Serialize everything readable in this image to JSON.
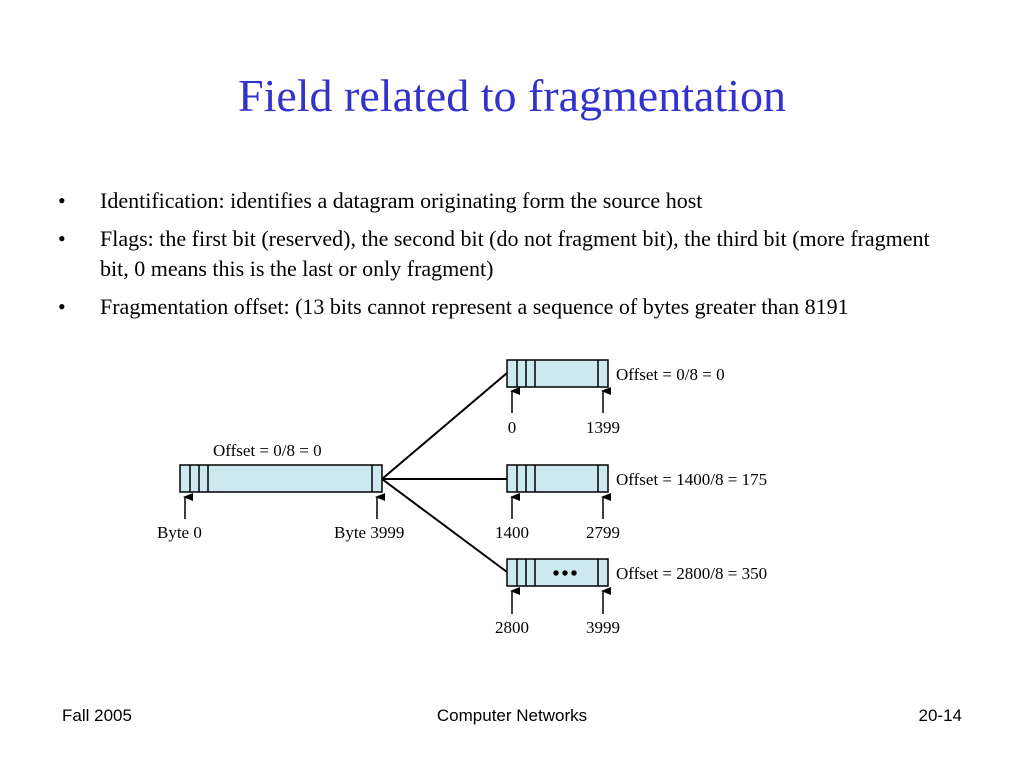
{
  "title": "Field related to fragmentation",
  "bullets": [
    "Identification: identifies a datagram originating form the source host",
    "Flags: the first bit (reserved), the second bit (do not fragment bit), the third bit (more fragment bit, 0 means this is the last or only fragment)",
    "Fragmentation offset: (13 bits cannot represent a sequence of bytes greater than 8191"
  ],
  "bullet_symbol": "•",
  "diagram": {
    "original": {
      "offset_label": "Offset = 0/8 = 0",
      "start_label": "Byte 0",
      "end_label": "Byte 3999"
    },
    "fragments": [
      {
        "offset_label": "Offset = 0/8 = 0",
        "start": "0",
        "end": "1399"
      },
      {
        "offset_label": "Offset = 1400/8 = 175",
        "start": "1400",
        "end": "2799"
      },
      {
        "offset_label": "Offset = 2800/8 = 350",
        "start": "2800",
        "end": "3999",
        "ellipsis": "•••"
      }
    ],
    "box_fill": "#cce9f0",
    "stroke": "#000000"
  },
  "footer": {
    "left": "Fall 2005",
    "center": "Computer Networks",
    "right": "20-14"
  },
  "colors": {
    "title": "#3333cc"
  }
}
